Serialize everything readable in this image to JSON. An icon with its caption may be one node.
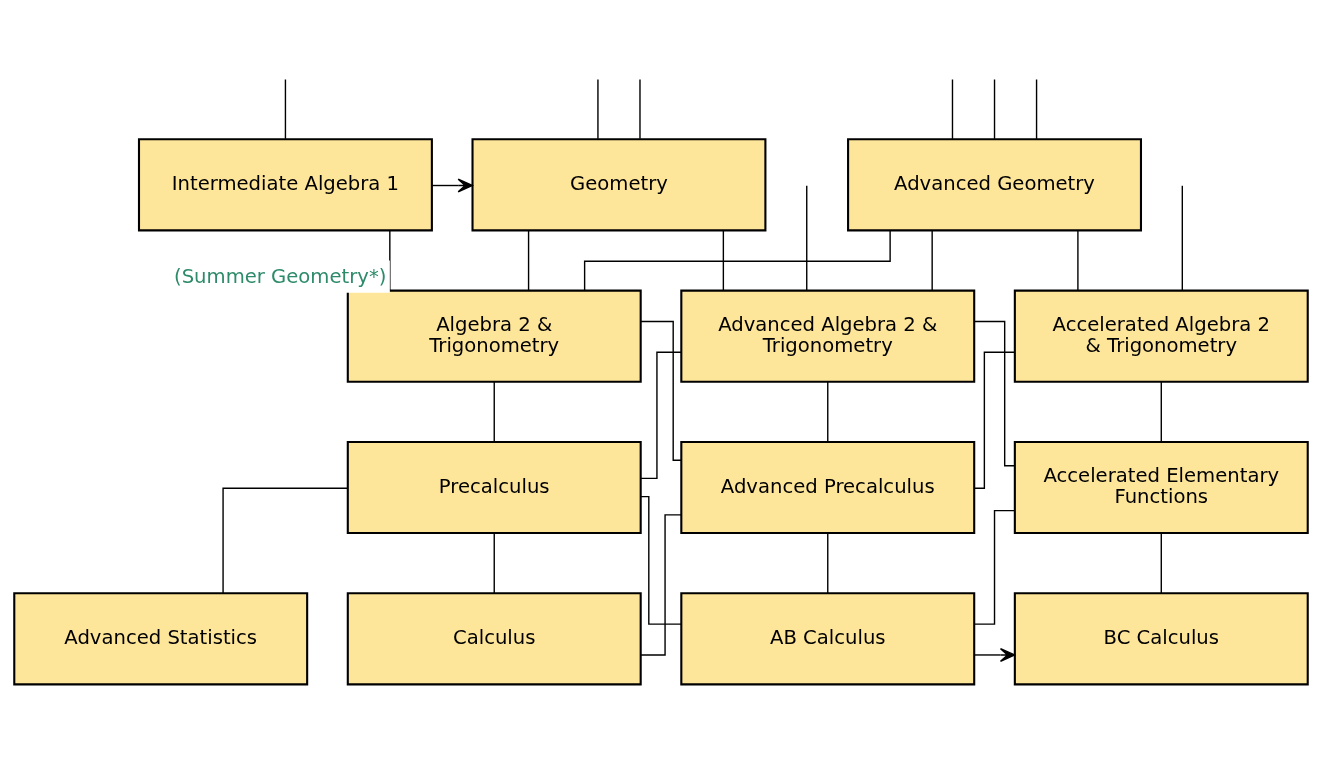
{
  "diagram": {
    "nodes": [
      {
        "text": [
          "Intermediate Algebra 1"
        ]
      },
      {
        "text": [
          "Geometry"
        ]
      },
      {
        "text": [
          "Advanced Geometry"
        ]
      },
      {
        "text": [
          "Algebra 2 & Trigonometry"
        ]
      },
      {
        "text": [
          "Advanced Algebra 2 & Trigonometry"
        ]
      },
      {
        "text": [
          "Accelerated Algebra 2 & Trigonometry"
        ]
      },
      {
        "text": [
          "Precalculus"
        ]
      },
      {
        "text": [
          "Advanced Precalculus"
        ]
      },
      {
        "text": [
          "Accelerated Elementary Functions"
        ]
      },
      {
        "text": [
          "Advanced Statistics"
        ]
      },
      {
        "text": [
          "Calculus"
        ]
      },
      {
        "text": [
          "AB Calculus"
        ]
      },
      {
        "text": [
          "BC Calculus"
        ]
      }
    ],
    "edges": [
      {
        "from": null,
        "to": 0,
        "arrow": "none"
      },
      {
        "from": null,
        "to": 1,
        "arrow": "none"
      },
      {
        "from": null,
        "to": 2,
        "arrow": "none"
      },
      {
        "from": null,
        "to": 1,
        "arrow": "none"
      },
      {
        "from": null,
        "to": 2,
        "arrow": "none"
      },
      {
        "from": null,
        "to": 2,
        "arrow": "none"
      },
      {
        "from": null,
        "to": 4,
        "arrow": "none"
      },
      {
        "from": null,
        "to": 5,
        "arrow": "none"
      },
      {
        "from": 0,
        "to": 1,
        "arrow": "to"
      },
      {
        "from": 0,
        "to": 3,
        "arrow": "none",
        "label": "(Summer Geometry*)"
      },
      {
        "from": 1,
        "to": 3,
        "arrow": "none"
      },
      {
        "from": 1,
        "to": 4,
        "arrow": "none"
      },
      {
        "from": 2,
        "to": 3,
        "arrow": "none"
      },
      {
        "from": 2,
        "to": 4,
        "arrow": "none"
      },
      {
        "from": 2,
        "to": 5,
        "arrow": "none"
      },
      {
        "from": 3,
        "to": 6,
        "arrow": "none"
      },
      {
        "from": 3,
        "to": 7,
        "arrow": "none"
      },
      {
        "from": 4,
        "to": 6,
        "arrow": "none"
      },
      {
        "from": 4,
        "to": 7,
        "arrow": "none"
      },
      {
        "from": 4,
        "to": 8,
        "arrow": "none"
      },
      {
        "from": 5,
        "to": 7,
        "arrow": "none"
      },
      {
        "from": 5,
        "to": 8,
        "arrow": "none"
      },
      {
        "from": 6,
        "to": 9,
        "arrow": "none"
      },
      {
        "from": 6,
        "to": 10,
        "arrow": "none"
      },
      {
        "from": 6,
        "to": 11,
        "arrow": "none"
      },
      {
        "from": 7,
        "to": 10,
        "arrow": "none"
      },
      {
        "from": 7,
        "to": 11,
        "arrow": "none"
      },
      {
        "from": 8,
        "to": 11,
        "arrow": "none"
      },
      {
        "from": 8,
        "to": 12,
        "arrow": "none"
      },
      {
        "from": 11,
        "to": 12,
        "arrow": "to"
      }
    ]
  }
}
